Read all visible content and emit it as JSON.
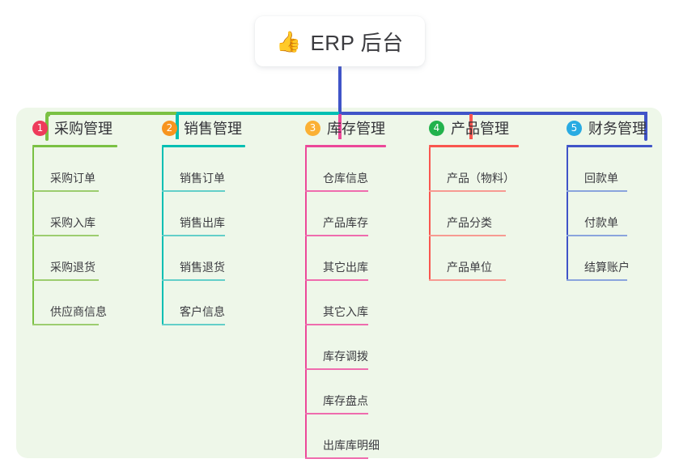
{
  "diagram": {
    "type": "mindmap",
    "root": {
      "emoji": "👍",
      "icon_name": "thumbs-up-icon",
      "title": "ERP 后台"
    },
    "panel_color": "#eef7e9",
    "branches": [
      {
        "index": "1",
        "title": "采购管理",
        "badge_color": "#ee3b5b",
        "line_color": "#7ac143",
        "item_line_color": "#9ccd6f",
        "connector_color": "#7ac143",
        "items": [
          "采购订单",
          "采购入库",
          "采购退货",
          "供应商信息"
        ]
      },
      {
        "index": "2",
        "title": "销售管理",
        "badge_color": "#f7941e",
        "line_color": "#00bfb3",
        "item_line_color": "#63cfc9",
        "connector_color": "#00bfb3",
        "items": [
          "销售订单",
          "销售出库",
          "销售退货",
          "客户信息"
        ]
      },
      {
        "index": "3",
        "title": "库存管理",
        "badge_color": "#fbb034",
        "line_color": "#ec4899",
        "item_line_color": "#ef6cae",
        "connector_color": "#ec4899",
        "items": [
          "仓库信息",
          "产品库存",
          "其它出库",
          "其它入库",
          "库存调拨",
          "库存盘点",
          "出库库明细"
        ]
      },
      {
        "index": "4",
        "title": "产品管理",
        "badge_color": "#22b24c",
        "line_color": "#f9564f",
        "item_line_color": "#f79a92",
        "connector_color": "#f9564f",
        "items": [
          "产品（物料）",
          "产品分类",
          "产品单位"
        ]
      },
      {
        "index": "5",
        "title": "财务管理",
        "badge_color": "#29abe2",
        "line_color": "#4054c8",
        "item_line_color": "#8aa4dd",
        "connector_color": "#4054c8",
        "items": [
          "回款单",
          "付款单",
          "结算账户"
        ]
      }
    ]
  }
}
